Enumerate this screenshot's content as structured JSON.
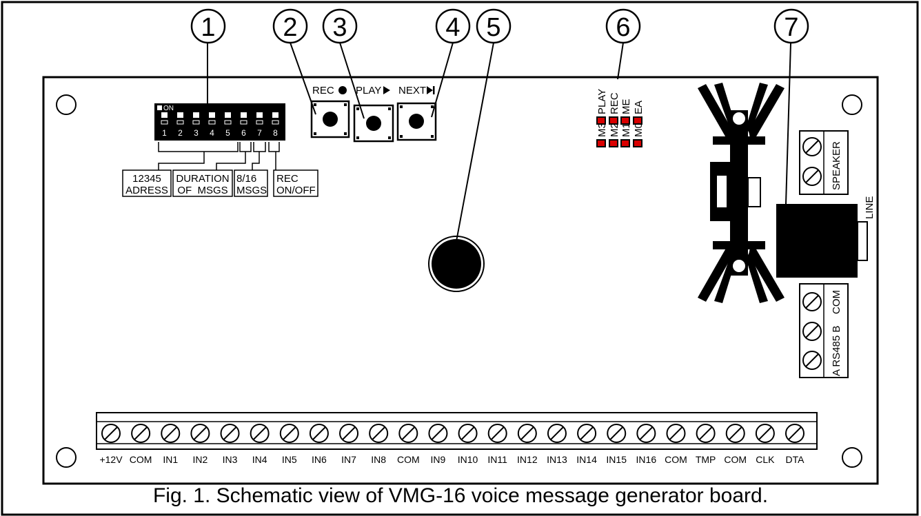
{
  "callouts": [
    "1",
    "2",
    "3",
    "4",
    "5",
    "6",
    "7"
  ],
  "dip_switch": {
    "on_label": "ON",
    "numbers": [
      "1",
      "2",
      "3",
      "4",
      "5",
      "6",
      "7",
      "8"
    ]
  },
  "dip_labels": [
    [
      "12345",
      "ADRESS"
    ],
    [
      "DURATION",
      "OF  MSGS"
    ],
    [
      "8/16",
      "MSGS"
    ],
    [
      "REC",
      "ON/OFF"
    ]
  ],
  "buttons": {
    "rec": "REC",
    "play": "PLAY",
    "next": "NEXT"
  },
  "leds": {
    "names": [
      "M3",
      "M2",
      "M1",
      "M0"
    ],
    "functions": [
      "PLAY",
      "REC",
      "ME",
      "EA"
    ]
  },
  "right_terminals": {
    "speaker": "SPEAKER",
    "line": "LINE",
    "com": "COM",
    "rs485": "A RS485 B"
  },
  "bottom_terminals": [
    "+12V",
    "COM",
    "IN1",
    "IN2",
    "IN3",
    "IN4",
    "IN5",
    "IN6",
    "IN7",
    "IN8",
    "COM",
    "IN9",
    "IN10",
    "IN11",
    "IN12",
    "IN13",
    "IN14",
    "IN15",
    "IN16",
    "COM",
    "TMP",
    "COM",
    "CLK",
    "DTA"
  ],
  "caption": "Fig. 1. Schematic view of VMG-16 voice message generator board.",
  "colors": {
    "led": "#d90000",
    "ink": "#000000",
    "paper": "#ffffff"
  }
}
